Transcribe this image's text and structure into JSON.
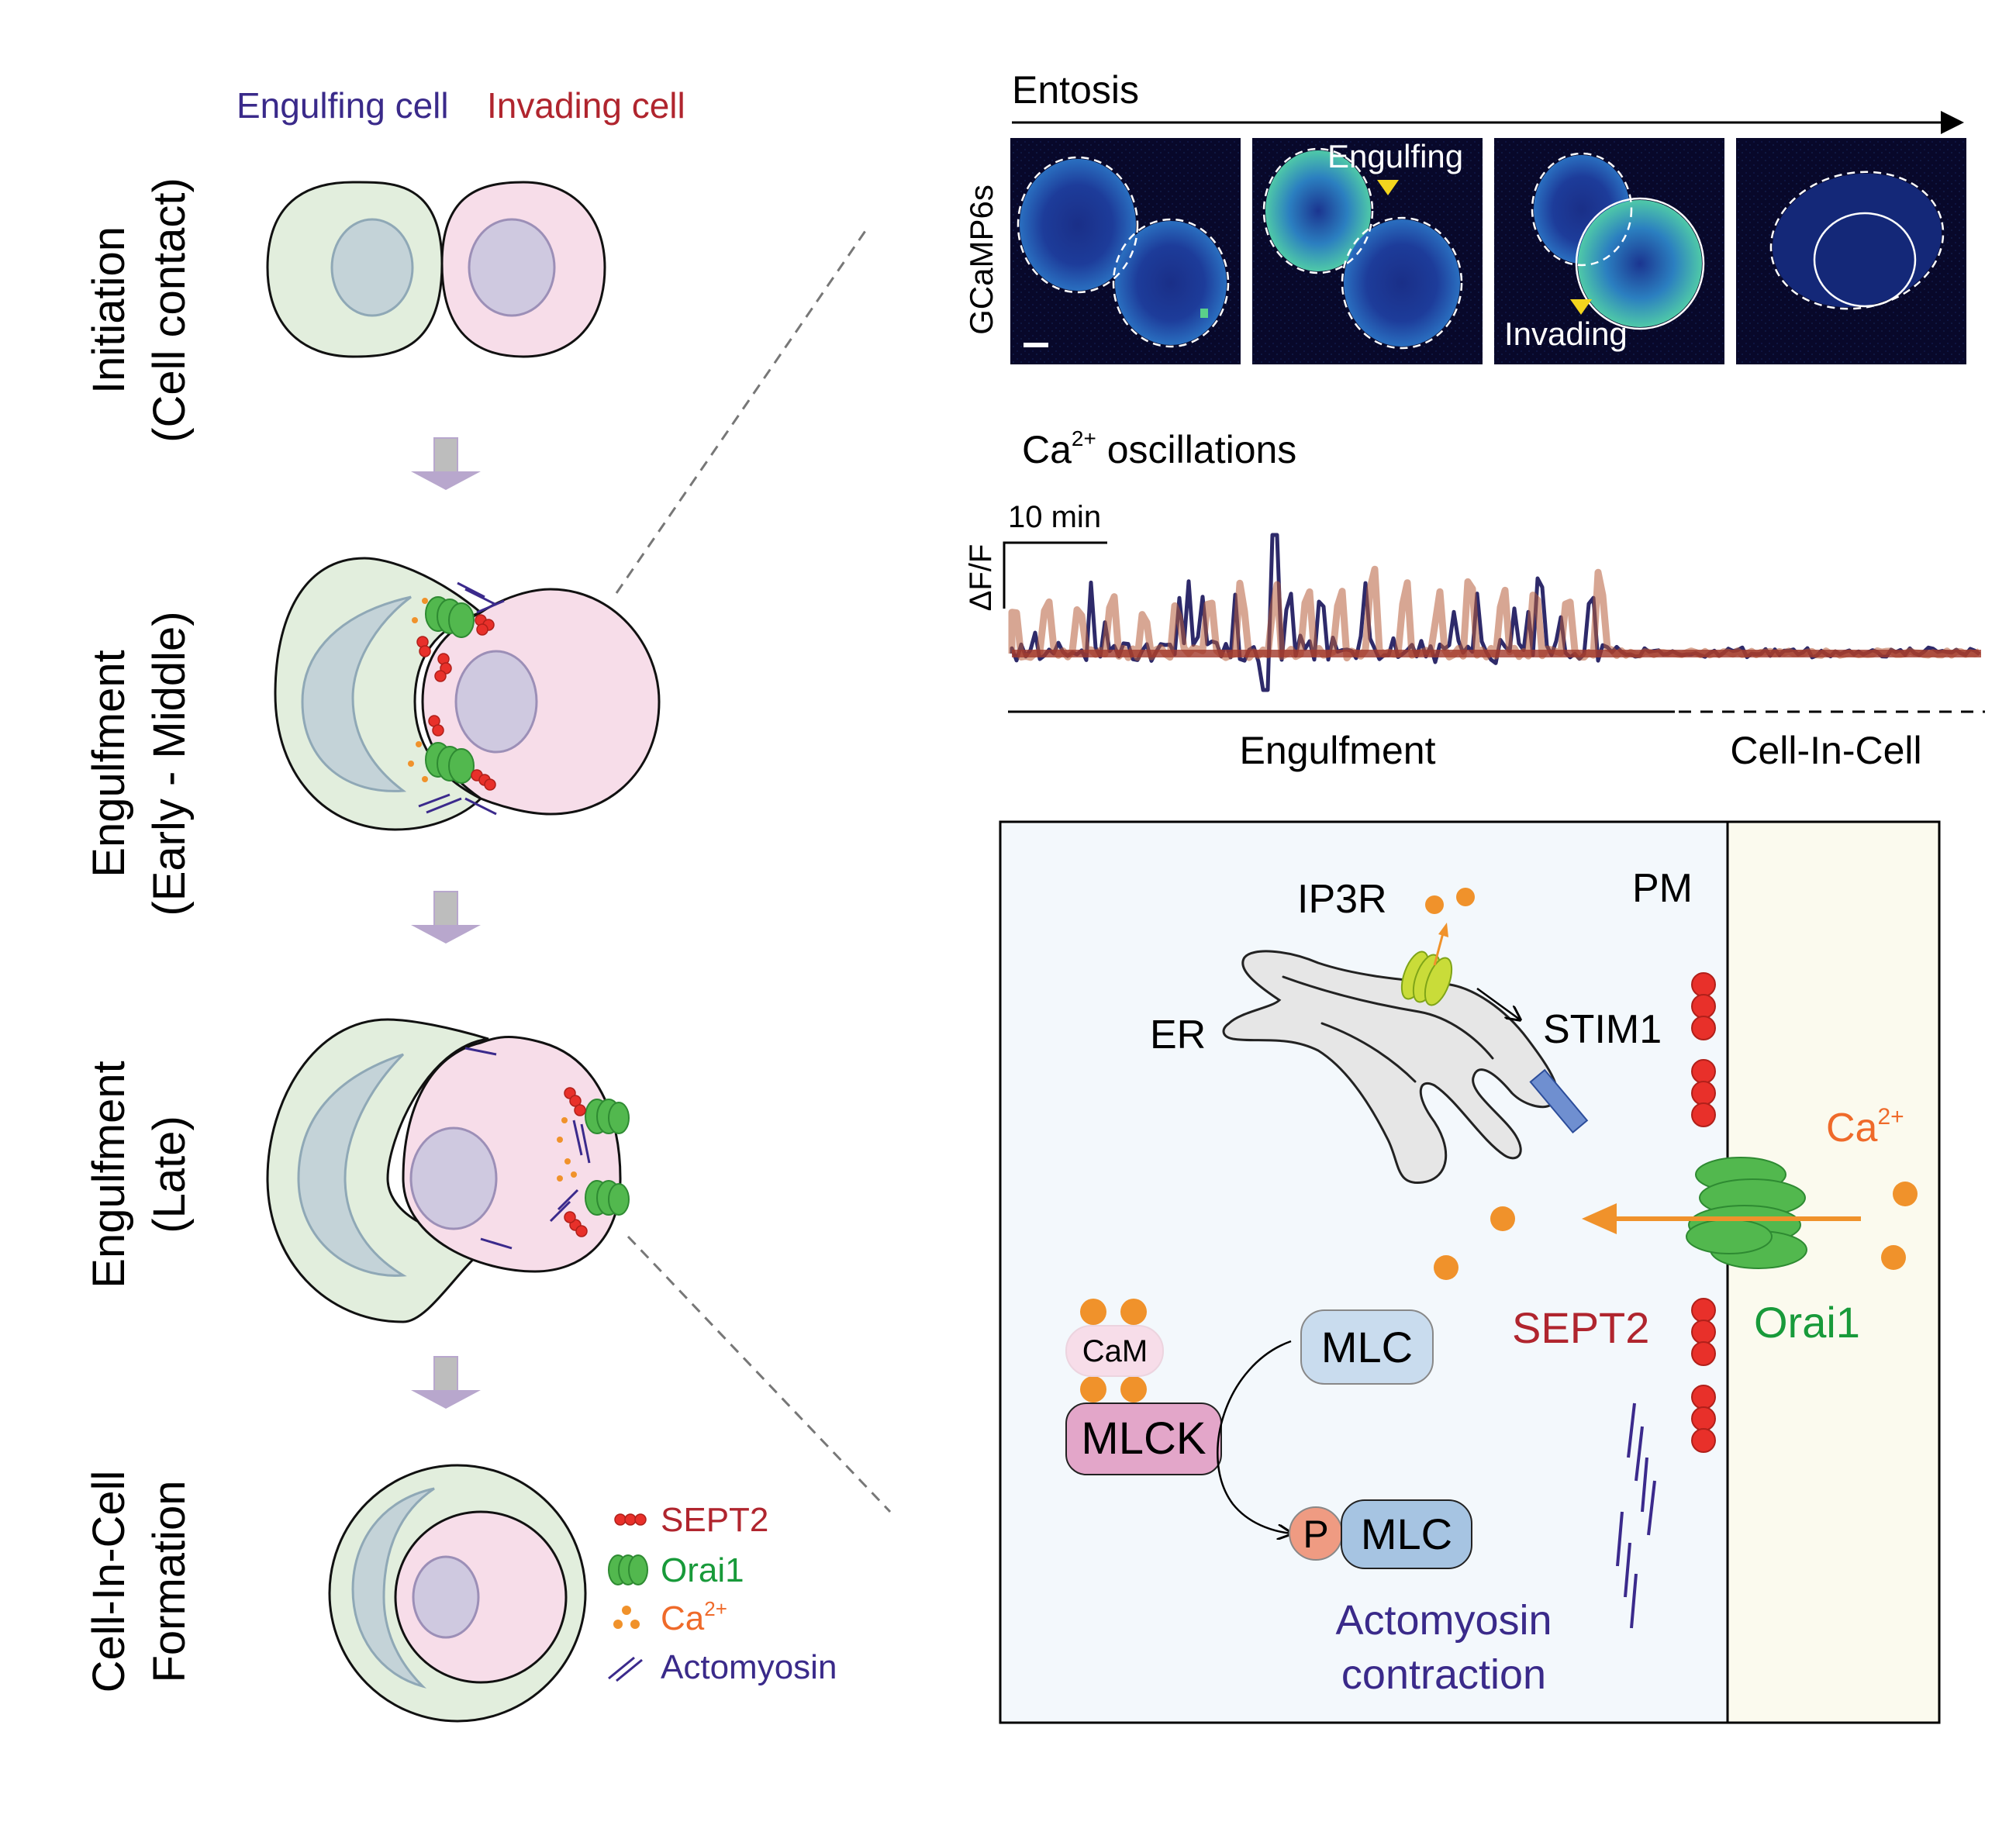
{
  "legend_top": {
    "engulfing": "Engulfing cell",
    "invading": "Invading cell"
  },
  "stages": [
    {
      "line1": "Initiation",
      "line2": "(Cell contact)"
    },
    {
      "line1": "Engulfment",
      "line2": "(Early - Middle)"
    },
    {
      "line1": "Engulfment",
      "line2": "(Late)"
    },
    {
      "line1": "Cell-In-Cell",
      "line2": "Formation"
    }
  ],
  "legend_bottom": {
    "sept2": "SEPT2",
    "orai1": "Orai1",
    "ca_base": "Ca",
    "ca_sup": "2+",
    "actomyosin": "Actomyosin"
  },
  "imaging": {
    "title": "Entosis",
    "ylabel": "GCaMP6s",
    "arrow_engulfing": "Engulfing",
    "arrow_invading": "Invading"
  },
  "trace": {
    "title_base": "Ca",
    "title_sup": "2+",
    "title_rest": " oscillations",
    "scale_x": "10 min",
    "scale_y": "ΔF/F",
    "phase1": "Engulfment",
    "phase2": "Cell-In-Cell"
  },
  "mechanism": {
    "ip3r": "IP3R",
    "pm": "PM",
    "er": "ER",
    "stim1": "STIM1",
    "ca_base": "Ca",
    "ca_sup": "2+",
    "cam": "CaM",
    "mlc": "MLC",
    "mlck": "MLCK",
    "p": "P",
    "pmlc": "MLC",
    "sept2": "SEPT2",
    "orai1": "Orai1",
    "actomyosin_1": "Actomyosin",
    "actomyosin_2": "contraction"
  },
  "colors": {
    "engulfing_text": "#3a2a8a",
    "invading_text": "#b0252e",
    "engulfing_cell": "#e2eedd",
    "invading_cell": "#f7dde9",
    "nucleus": "#c4d3d8",
    "orai1": "#52b84e",
    "sept2": "#e8302a",
    "calcium": "#f0922b",
    "actomyosin": "#3b2a8c",
    "orai_text": "#189a3a",
    "ca_text": "#ef6a2a",
    "trace_dark": "#2e2a6a",
    "trace_light": "#b75c3a"
  }
}
